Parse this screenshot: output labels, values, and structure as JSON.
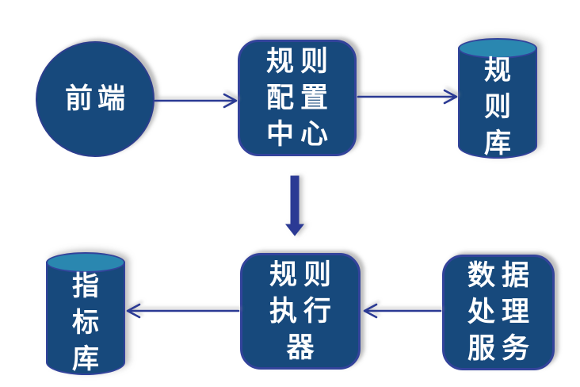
{
  "diagram": {
    "title": "rule-engine-architecture-flowchart",
    "colors": {
      "background": "#ffffff",
      "shape_fill": "#17497c",
      "shape_border": "#33439b",
      "cylinder_top_fill": "#2a87b0",
      "arrow": "#2b3a94",
      "text": "#ffffff"
    },
    "nodes": [
      {
        "id": "frontend",
        "shape": "circle",
        "label": "前端"
      },
      {
        "id": "rule-config-center",
        "shape": "rounded-rect",
        "label": "规则\n配置\n中心"
      },
      {
        "id": "rule-repository",
        "shape": "cylinder",
        "label": "规\n则\n库"
      },
      {
        "id": "metric-repository",
        "shape": "cylinder",
        "label": "指\n标\n库"
      },
      {
        "id": "rule-executor",
        "shape": "rounded-rect",
        "label": "规则\n执行\n器"
      },
      {
        "id": "data-processing-service",
        "shape": "rounded-rect",
        "label": "数据\n处理\n服务"
      }
    ],
    "edges": [
      {
        "from": "frontend",
        "to": "rule-config-center",
        "style": "thin-open-arrow",
        "direction": "right"
      },
      {
        "from": "rule-config-center",
        "to": "rule-repository",
        "style": "thin-open-arrow",
        "direction": "right"
      },
      {
        "from": "rule-config-center",
        "to": "rule-executor",
        "style": "thick-block-arrow",
        "direction": "down"
      },
      {
        "from": "data-processing-service",
        "to": "rule-executor",
        "style": "thin-open-arrow",
        "direction": "left"
      },
      {
        "from": "rule-executor",
        "to": "metric-repository",
        "style": "thin-open-arrow",
        "direction": "left"
      }
    ]
  }
}
